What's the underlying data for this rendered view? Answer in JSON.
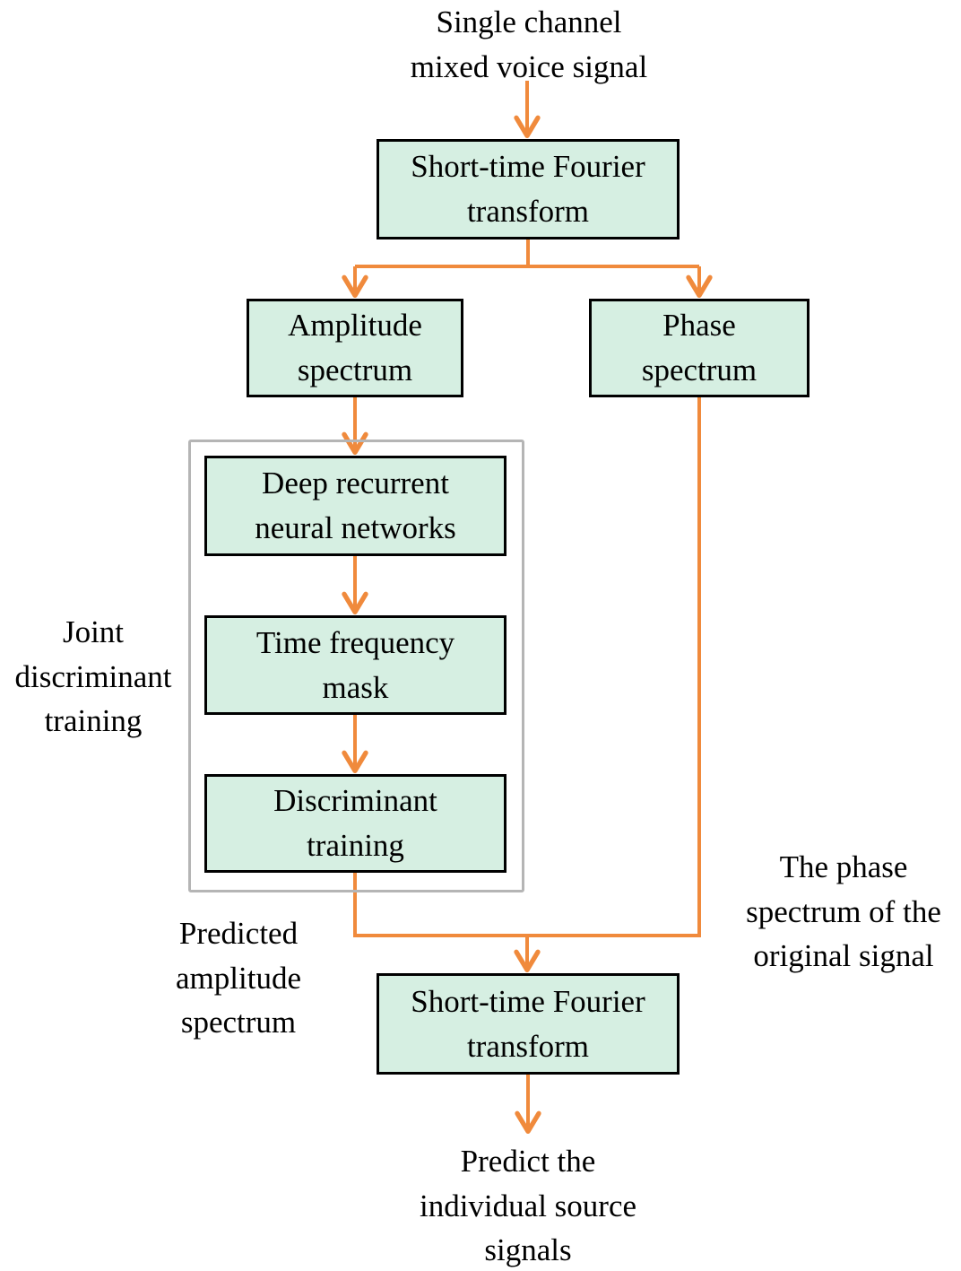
{
  "diagram": {
    "input_label": "Single channel\nmixed voice signal",
    "stft1_label": "Short-time Fourier\ntransform",
    "amplitude_label": "Amplitude\nspectrum",
    "phase_label": "Phase\nspectrum",
    "drnn_label": "Deep recurrent\nneural networks",
    "tf_mask_label": "Time frequency\nmask",
    "discriminant_label": "Discriminant\ntraining",
    "joint_training_label": "Joint\ndiscriminant\ntraining",
    "predicted_amplitude_label": "Predicted\namplitude\nspectrum",
    "phase_note_label": "The phase\nspectrum of the\noriginal signal",
    "stft2_label": "Short-time Fourier\ntransform",
    "output_label": "Predict the\nindividual source\nsignals",
    "colors": {
      "box_fill": "#d6efe2",
      "box_border": "#000000",
      "arrow": "#f08a3c",
      "group_border": "#b5b5b5"
    }
  }
}
